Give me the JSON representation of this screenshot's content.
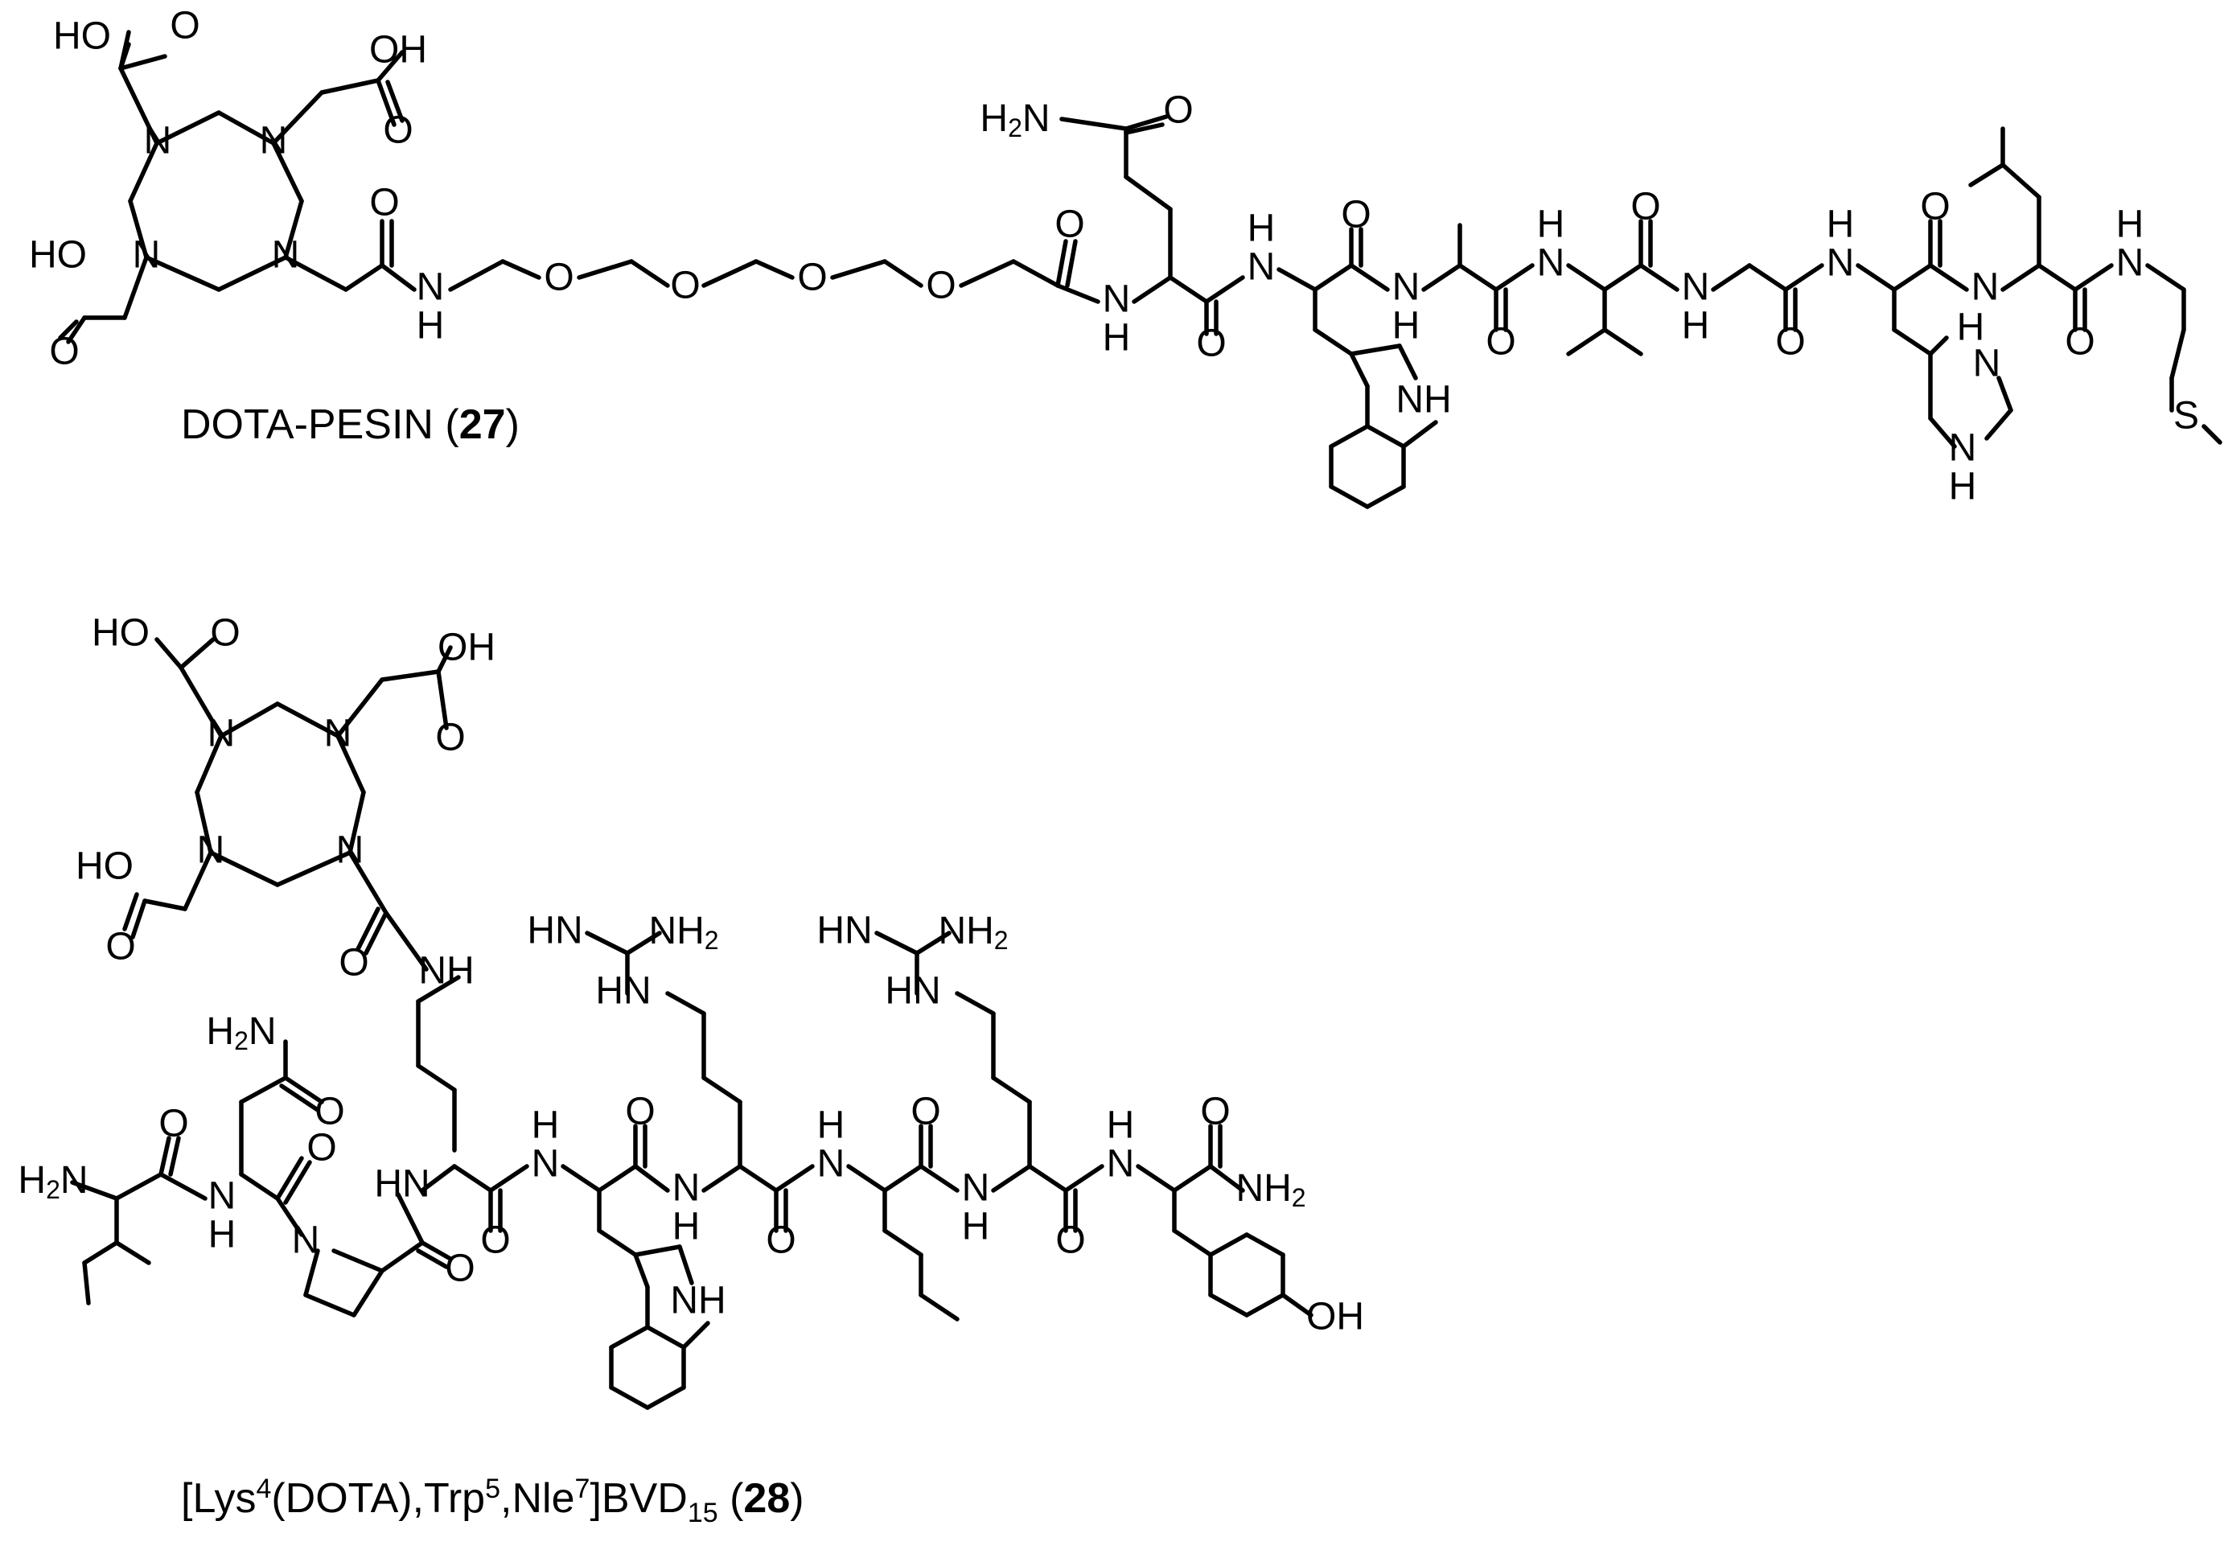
{
  "compound_27": {
    "caption": {
      "name": "DOTA-PESIN (",
      "number": "27",
      "close": ")"
    },
    "atoms": {
      "N": "N",
      "O": "O",
      "S": "S",
      "H": "H",
      "HO": "HO",
      "OH": "OH",
      "NH": "NH",
      "HN": "HN",
      "H2N_H": "H",
      "H2N_N": "N",
      "NH2_N": "NH",
      "sub2": "2"
    }
  },
  "compound_28": {
    "caption": {
      "open": "[Lys",
      "sup4": "4",
      "dota": "(DOTA),Trp",
      "sup5": "5",
      "nle": ",Nle",
      "sup7": "7",
      "bvd": "]BVD",
      "sub15": "15",
      "paren": " (",
      "number": "28",
      "close": ")"
    }
  }
}
